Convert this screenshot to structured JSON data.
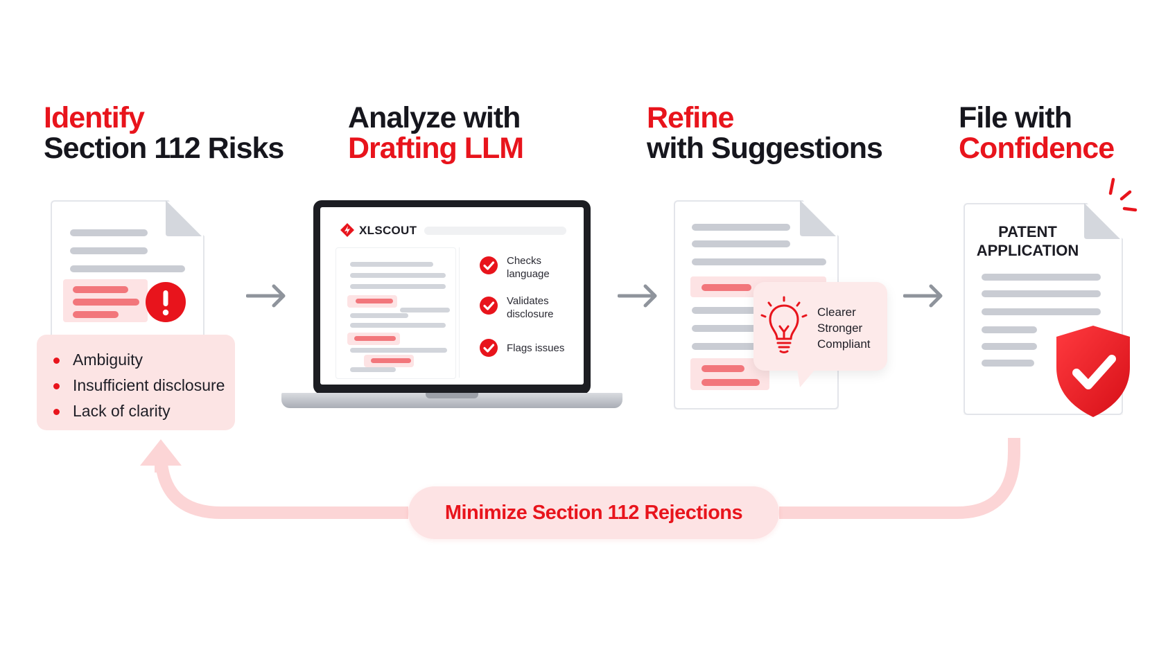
{
  "steps": [
    {
      "title_line1": "Identify",
      "title_line2": "Section 112 Risks"
    },
    {
      "title_line1": "Analyze with",
      "title_line2": "Drafting LLM"
    },
    {
      "title_line1": "Refine",
      "title_line2": "with Suggestions"
    },
    {
      "title_line1": "File with",
      "title_line2": "Confidence"
    }
  ],
  "risks": {
    "items": [
      "Ambiguity",
      "Insufficient disclosure",
      "Lack of clarity"
    ]
  },
  "laptop": {
    "brand": "XLSCOUT",
    "checks": [
      {
        "line1": "Checks",
        "line2": "language"
      },
      {
        "line1": "Validates",
        "line2": "disclosure"
      },
      {
        "line1": "Flags issues",
        "line2": ""
      }
    ]
  },
  "suggestions": {
    "items": [
      "Clearer",
      "Stronger",
      "Compliant"
    ]
  },
  "patent": {
    "line1": "PATENT",
    "line2": "APPLICATION"
  },
  "loop": {
    "label": "Minimize Section 112 Rejections"
  },
  "colors": {
    "accent": "#e8141c",
    "accent_soft": "#fde3e4",
    "text": "#16161d",
    "gray_line": "#c9ccd3"
  }
}
